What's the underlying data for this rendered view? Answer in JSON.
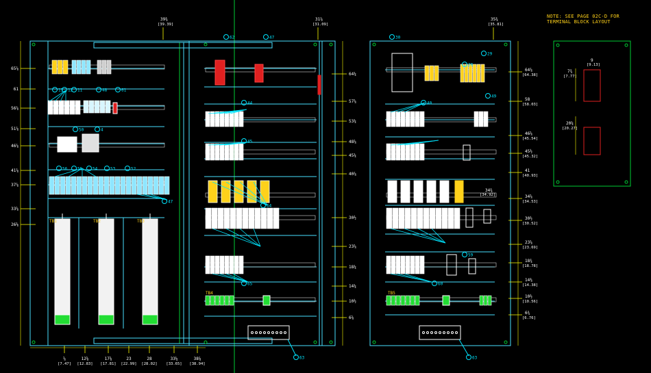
{
  "note": {
    "line1": "NOTE: SEE PAGE 02C-D FOR",
    "line2": "TERMINAL BLOCK LAYOUT"
  },
  "colors": {
    "frame": "#48e0ff",
    "rail": "#d8d8d8",
    "dimension": "#ffff00",
    "leader": "#00e5ff",
    "label": "#ffd11a",
    "breaker": "#e02020",
    "terminal": "#ffffff",
    "end_stop": "#22dd33",
    "green_line": "#00cc33"
  },
  "left_panel": {
    "left_dims": [
      "65⅞",
      "61",
      "56⅞",
      "51⅞",
      "46⅞",
      "41⅞",
      "37⅞",
      "33⅝",
      "26⅛"
    ],
    "bottom_dims": [
      {
        "a": "⅝",
        "b": "[7.47]"
      },
      {
        "a": "12⅝",
        "b": "[12.83]"
      },
      {
        "a": "17⅝",
        "b": "[17.81]"
      },
      {
        "a": "23",
        "b": "[22.99]"
      },
      {
        "a": "28",
        "b": "[28.02]"
      },
      {
        "a": "33¼",
        "b": "[33.65]"
      },
      {
        "a": "38⅞",
        "b": "[38.94]"
      }
    ],
    "top_dim": {
      "a": "39¾",
      "b": "[39.39]"
    },
    "tb_labels": [
      "TB1",
      "TB2",
      "TB3"
    ],
    "balloons": [
      "13",
      "12",
      "11",
      "48",
      "61",
      "50",
      "4",
      "56",
      "55",
      "54",
      "53",
      "52",
      "47"
    ]
  },
  "center_panel": {
    "right_dims": [
      "64¼",
      "57⅝",
      "53¼",
      "48⅝",
      "45¼",
      "40⅞",
      "30½",
      "23⅝",
      "18¼",
      "14¼",
      "10½",
      "6⅝"
    ],
    "top_dim": {
      "a": "31⅞",
      "b": "[31.09]"
    },
    "tb_label": "TB4",
    "balloons": [
      "62",
      "47",
      "44",
      "45",
      "64",
      "65",
      "63"
    ]
  },
  "right_panel": {
    "right_dims": [
      {
        "a": "64⅞",
        "b": "[64.38]"
      },
      {
        "a": "58",
        "b": "[58.03]"
      },
      {
        "a": "46⅝",
        "b": "[45.54]"
      },
      {
        "a": "45½",
        "b": "[45.32]"
      },
      {
        "a": "41",
        "b": "[40.93]"
      },
      {
        "a": "34⅝",
        "b": "[34.53]"
      },
      {
        "a": "30½",
        "b": "[30.52]"
      },
      {
        "a": "23⅝",
        "b": "[23.69]"
      },
      {
        "a": "18¾",
        "b": "[18.78]"
      },
      {
        "a": "14⅜",
        "b": "[14.38]"
      },
      {
        "a": "10½",
        "b": "[10.56]"
      },
      {
        "a": "6¾",
        "b": "[6.76]"
      }
    ],
    "top_dim": {
      "a": "35¾",
      "b": "[35.81]"
    },
    "mid_dim": {
      "a": "34¾",
      "b": "[34.92]"
    },
    "tb_label": "TB5",
    "balloons": [
      "30",
      "29",
      "28",
      "49",
      "40",
      "59",
      "60",
      "63"
    ]
  },
  "detail_panel": {
    "dims": [
      {
        "a": "9",
        "b": "[9.13]"
      },
      {
        "a": "7¾",
        "b": "[7.77]"
      },
      {
        "a": "20¼",
        "b": "[20.27]"
      }
    ]
  }
}
